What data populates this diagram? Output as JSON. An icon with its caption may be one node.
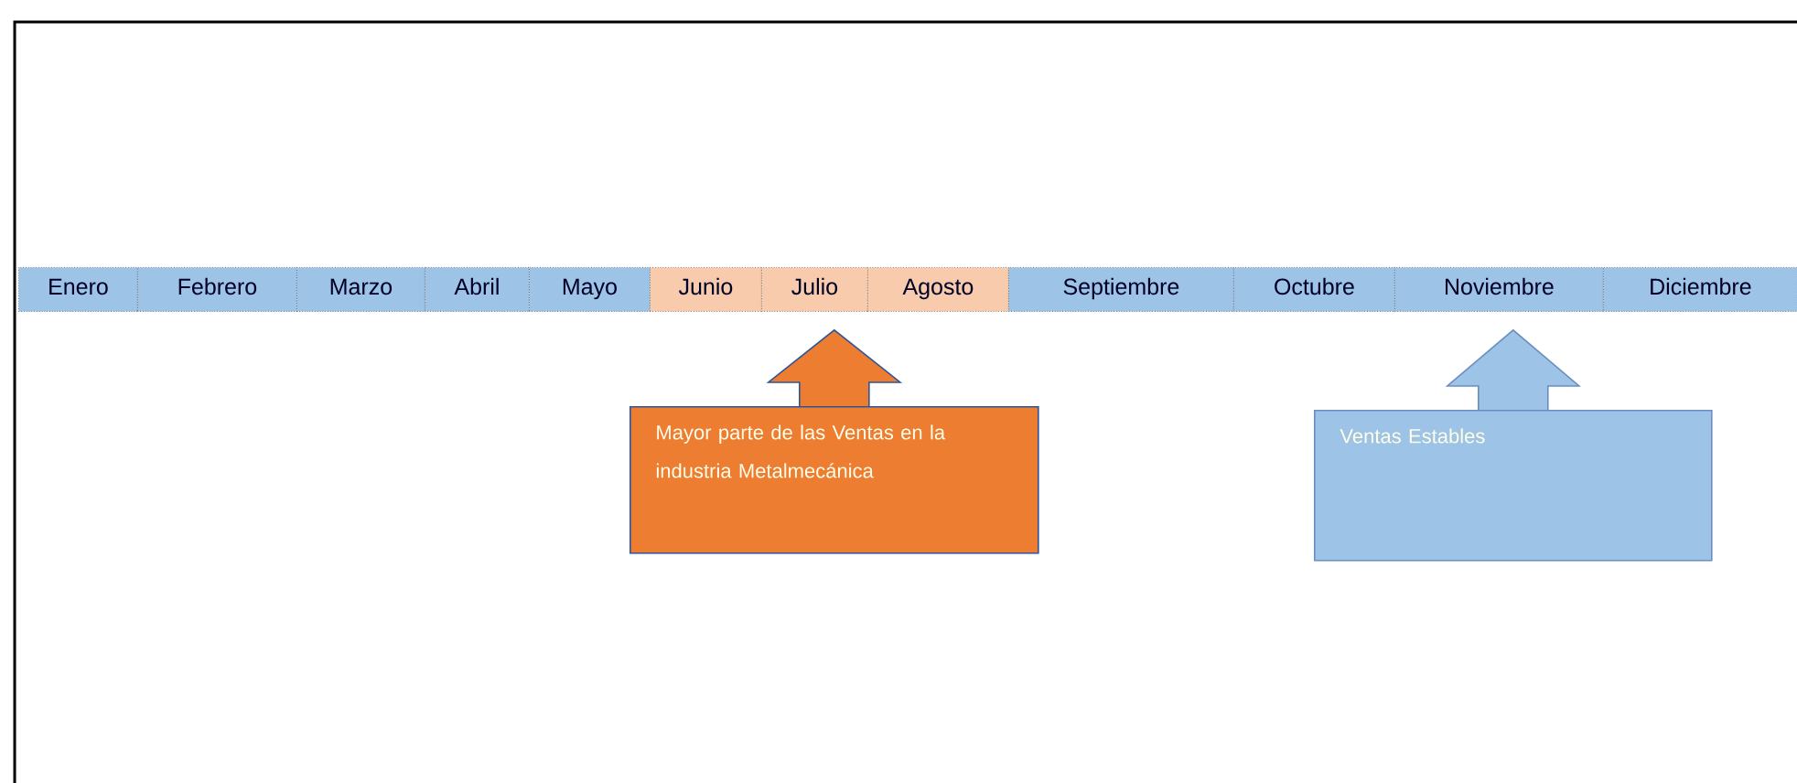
{
  "diagram": {
    "nodes": [
      {
        "text": [
          "Enero"
        ]
      },
      {
        "text": [
          "Febrero"
        ]
      },
      {
        "text": [
          "Marzo"
        ]
      },
      {
        "text": [
          "Abril"
        ]
      },
      {
        "text": [
          "Mayo"
        ]
      },
      {
        "text": [
          "Junio"
        ]
      },
      {
        "text": [
          "Julio"
        ]
      },
      {
        "text": [
          "Agosto"
        ]
      },
      {
        "text": [
          "Septiembre"
        ]
      },
      {
        "text": [
          "Octubre"
        ]
      },
      {
        "text": [
          "Noviembre"
        ]
      },
      {
        "text": [
          "Diciembre"
        ]
      },
      {
        "text": [
          "Mayor parte de las Ventas en la industria Metalmecánica"
        ]
      },
      {
        "text": [
          "Ventas Estables"
        ]
      }
    ],
    "edges": [
      {
        "from": 12,
        "to": 6,
        "arrow": "to"
      },
      {
        "from": 13,
        "to": 10,
        "arrow": "to"
      }
    ]
  }
}
